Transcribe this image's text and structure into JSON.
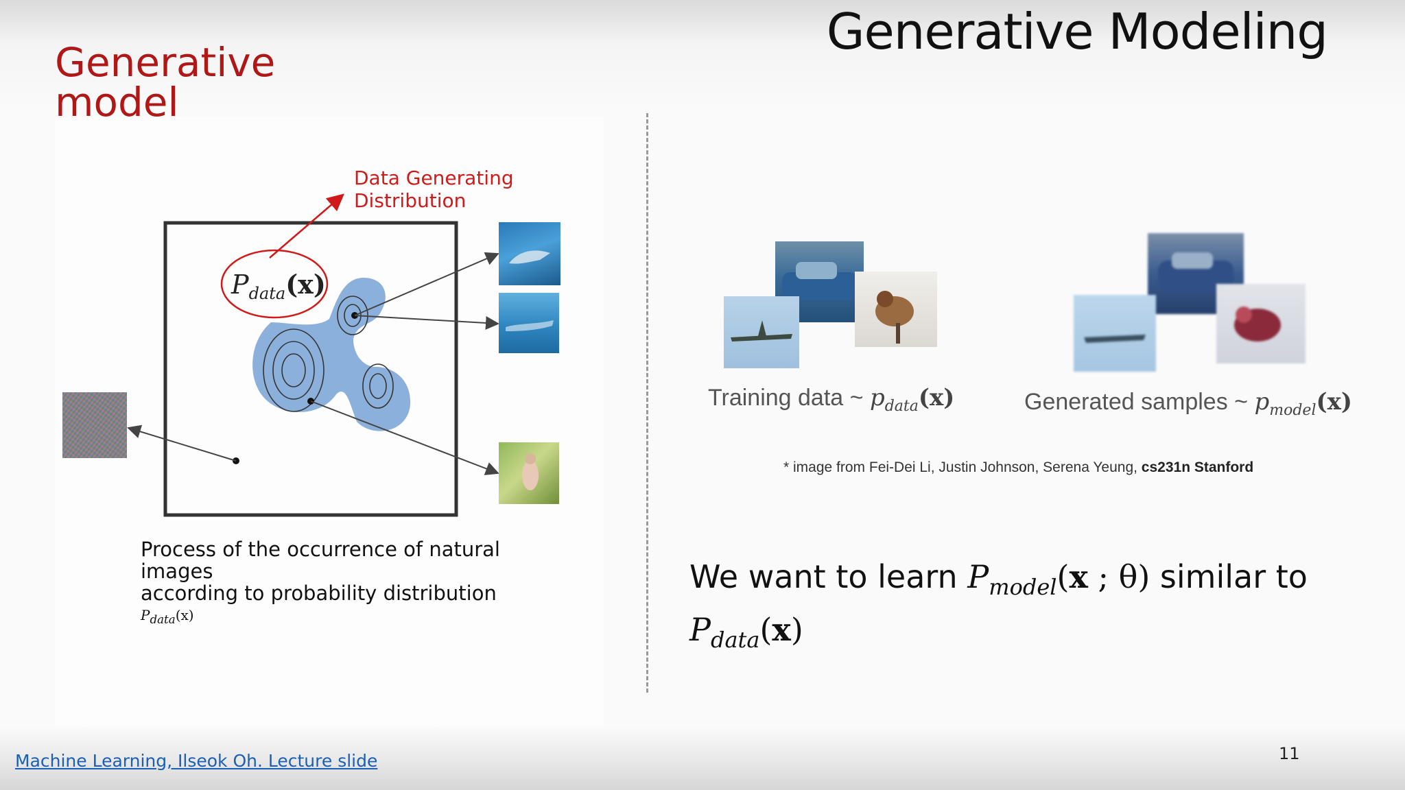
{
  "slide": {
    "title": "Generative Modeling",
    "section_title_line1": "Generative",
    "section_title_line2": "model",
    "page_number": "11"
  },
  "diagram": {
    "annotation_line1": "Data Generating",
    "annotation_line2": "Distribution",
    "density_symbol": "P",
    "density_subscript": "data",
    "density_arg": "(x)",
    "caption_line1": "Process of the occurrence of natural",
    "caption_line2": "images",
    "caption_line3": "according to probability distribution",
    "caption_math": "P",
    "caption_math_sub": "data",
    "caption_math_arg": "(x)"
  },
  "samples": {
    "training_label": "Training data ~ ",
    "training_symbol": "p",
    "training_sub": "data",
    "training_arg": "(x)",
    "generated_label": "Generated samples ~ ",
    "generated_symbol": "p",
    "generated_sub": "model",
    "generated_arg": "(x)",
    "credit_text": "* image from Fei-Dei Li, Justin Johnson, Serena Yeung, ",
    "credit_bold": "cs231n Stanford"
  },
  "goal": {
    "text_prefix": "We want to learn ",
    "model_symbol": "P",
    "model_sub": "model",
    "model_args_open": "(",
    "model_args_x": "x",
    "model_args_rest": " ; θ)",
    "text_mid": " similar to",
    "data_symbol": "P",
    "data_sub": "data",
    "data_args_open": "(",
    "data_args_x": "x",
    "data_args_close": ")"
  },
  "footer": {
    "source_link": "Machine Learning, Ilseok Oh. Lecture slide"
  },
  "colors": {
    "accent_red": "#b01818",
    "blob_blue": "#8cb0dc",
    "link_blue": "#1a5fb4"
  }
}
